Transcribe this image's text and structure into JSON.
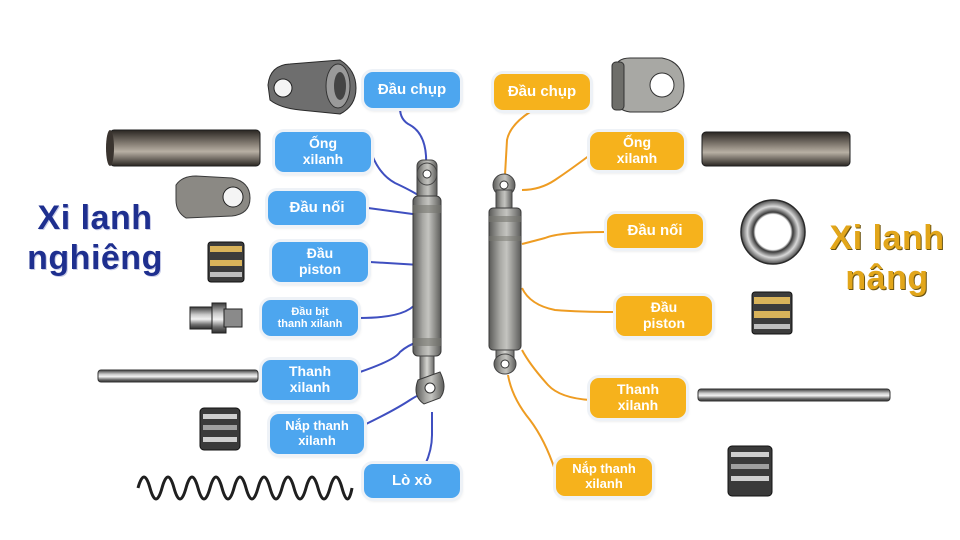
{
  "titles": {
    "left_line1": "Xi lanh",
    "left_line2": "nghiêng",
    "right_line1": "Xi lanh",
    "right_line2": "nâng"
  },
  "colors": {
    "left_accent": "#4da6ef",
    "right_accent": "#f6b21c",
    "left_title": "#1e2f8f",
    "right_title": "#e2a61a",
    "left_connector": "#3f4fc0",
    "right_connector": "#ee9c22"
  },
  "left_labels": [
    {
      "text": "Đầu chụp"
    },
    {
      "text": "Ống\nxilanh"
    },
    {
      "text": "Đầu nối"
    },
    {
      "text": "Đầu\npiston"
    },
    {
      "text": "Đầu bịt\nthanh xilanh"
    },
    {
      "text": "Thanh\nxilanh"
    },
    {
      "text": "Nắp thanh\nxilanh"
    },
    {
      "text": "Lò xò"
    }
  ],
  "right_labels": [
    {
      "text": "Đầu chụp"
    },
    {
      "text": "Ống\nxilanh"
    },
    {
      "text": "Đầu nối"
    },
    {
      "text": "Đầu\npiston"
    },
    {
      "text": "Thanh\nxilanh"
    },
    {
      "text": "Nắp thanh\nxilanh"
    }
  ]
}
